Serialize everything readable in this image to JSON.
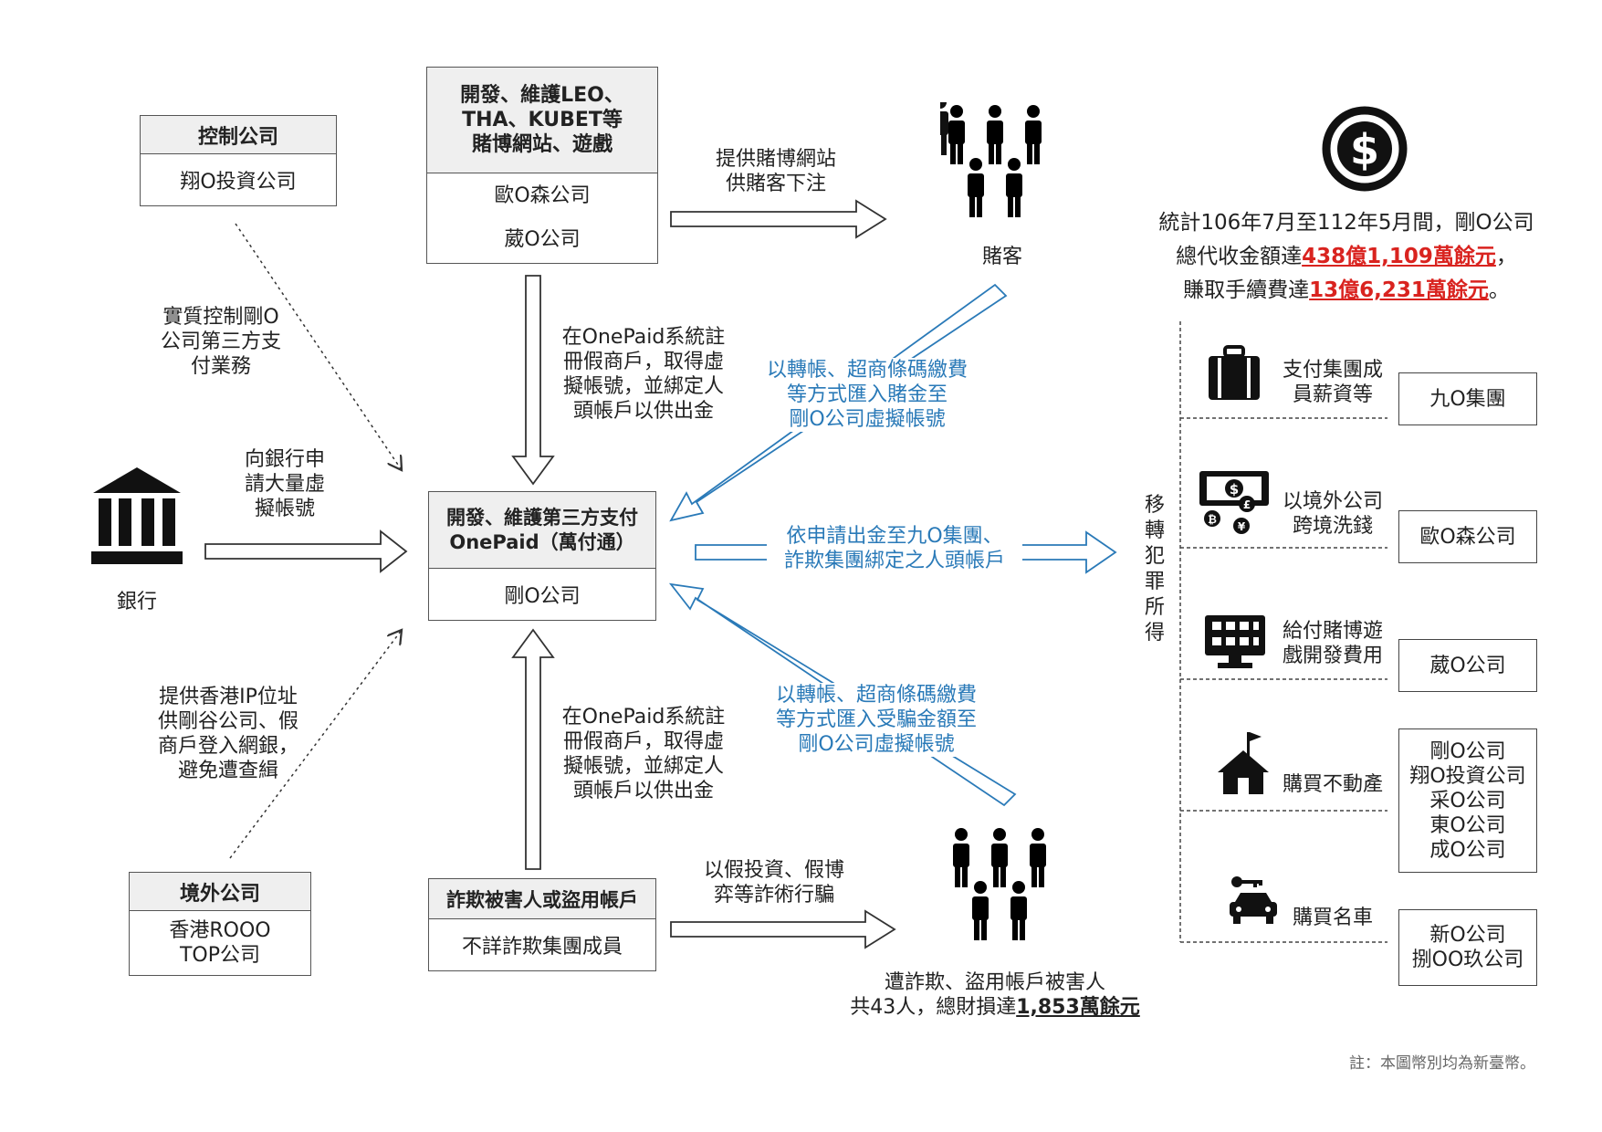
{
  "control_company": {
    "title": "控制公司",
    "name": "翔O投資公司"
  },
  "control_note": "實質控制剛O\n公司第三方支\n付業務",
  "dev_sites": {
    "title": "開發、維護LEO、\nTHA、KUBET等\n賭博網站、遊戲",
    "names": [
      "歐O森公司",
      "葳O公司"
    ]
  },
  "provide_site_label": "提供賭博網站\n供賭客下注",
  "gamblers_label": "賭客",
  "register_note_top": "在OnePaid系統註\n冊假商戶，取得虛\n擬帳號，並綁定人\n頭帳戶以供出金",
  "gambler_pay_label": "以轉帳、超商條碼繳費\n等方式匯入賭金至\n剛O公司虛擬帳號",
  "bank_label": "銀行",
  "bank_request_label": "向銀行申\n請大量虛\n擬帳號",
  "onepaid": {
    "title": "開發、維護第三方支付\nOnePaid（萬付通）",
    "name": "剛O公司"
  },
  "payout_label": "依申請出金至九O集團、\n詐欺集團綁定之人頭帳戶",
  "hk_ip_note": "提供香港IP位址\n供剛谷公司、假\n商戶登入網銀，\n避免遭查緝",
  "victim_pay_label": "以轉帳、超商條碼繳費\n等方式匯入受騙金額至\n剛O公司虛擬帳號",
  "register_note_bottom": "在OnePaid系統註\n冊假商戶，取得虛\n擬帳號，並綁定人\n頭帳戶以供出金",
  "overseas_company": {
    "title": "境外公司",
    "name": "香港ROOO\nTOP公司"
  },
  "fraud_group": {
    "title": "詐欺被害人或盜用帳戶",
    "name": "不詳詐欺集團成員"
  },
  "fraud_method_label": "以假投資、假博\n弈等詐術行騙",
  "victims_label": {
    "line1": "遭詐欺、盜用帳戶被害人",
    "line2_prefix": "共43人，總財損達",
    "line2_amount": "1,853萬餘元"
  },
  "stats": {
    "line1": "統計106年7月至112年5月間，剛O公司",
    "line2_prefix": "總代收金額達",
    "line2_amount": "438億1,109萬餘元",
    "line2_suffix": "，",
    "line3_prefix": "賺取手續費達",
    "line3_amount": "13億6,231萬餘元",
    "line3_suffix": "。"
  },
  "transfer_vertical_label": "移\n轉\n犯\n罪\n所\n得",
  "proceeds": [
    {
      "icon": "briefcase-icon",
      "label": "支付集團成\n員薪資等",
      "target": "九O集團"
    },
    {
      "icon": "money-exchange-icon",
      "label": "以境外公司\n跨境洗錢",
      "target": "歐O森公司"
    },
    {
      "icon": "monitor-grid-icon",
      "label": "給付賭博遊\n戲開發費用",
      "target": "葳O公司"
    },
    {
      "icon": "house-flag-icon",
      "label": "購買不動產",
      "target": "剛O公司\n翔O投資公司\n采O公司\n東O公司\n成O公司"
    },
    {
      "icon": "car-key-icon",
      "label": "購買名車",
      "target": "新O公司\n捌OO玖公司"
    }
  ],
  "footnote": "註：本圖幣別均為新臺幣。",
  "colors": {
    "blue_label": "#2a7ab8",
    "red_amount": "#d9231f"
  }
}
